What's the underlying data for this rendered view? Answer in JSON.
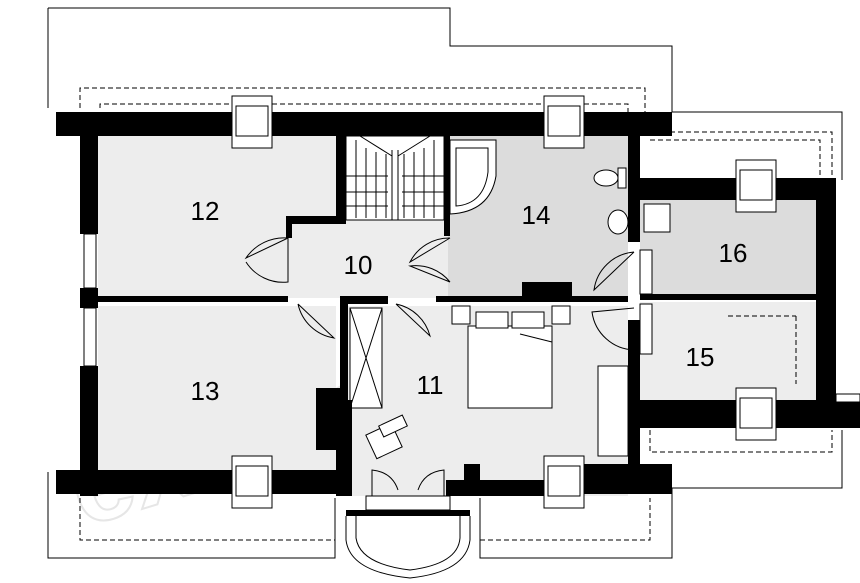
{
  "watermark": "extradom",
  "colors": {
    "floor_light": "#ededed",
    "floor_dark": "#dcdcdc",
    "wall": "#000000",
    "background": "#ffffff"
  },
  "rooms": [
    {
      "number": "10"
    },
    {
      "number": "11"
    },
    {
      "number": "12"
    },
    {
      "number": "13"
    },
    {
      "number": "14"
    },
    {
      "number": "15"
    },
    {
      "number": "16"
    }
  ]
}
